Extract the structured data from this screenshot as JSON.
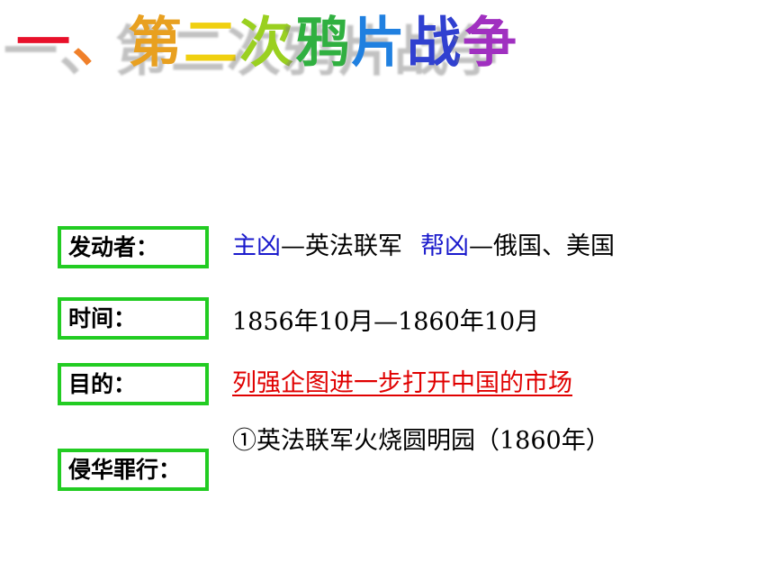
{
  "title": {
    "chars": [
      "一",
      "、",
      "第",
      "二",
      "次",
      "鸦",
      "片",
      "战",
      "争"
    ],
    "colors": [
      "#e8102a",
      "#f0802a",
      "#e8a020",
      "#f0d010",
      "#9ad020",
      "#30b040",
      "#2080e0",
      "#3040d0",
      "#a030c0"
    ]
  },
  "rows": {
    "initiator": {
      "label": "发动者：",
      "main_label": "主凶",
      "main_value": "—英法联军",
      "accomplice_label": "帮凶",
      "accomplice_value": "—俄国、美国"
    },
    "time": {
      "label": "时间：",
      "value": "1856年10月—1860年10月"
    },
    "purpose": {
      "label": "目的：",
      "value": "列强企图进一步打开中国的市场"
    },
    "crimes": {
      "label": "侵华罪行：",
      "value": "①英法联军火烧圆明园（1860年）"
    }
  },
  "colors": {
    "box_border": "#22cc22",
    "accent_blue": "#1a1acc",
    "accent_red": "#e00000"
  }
}
